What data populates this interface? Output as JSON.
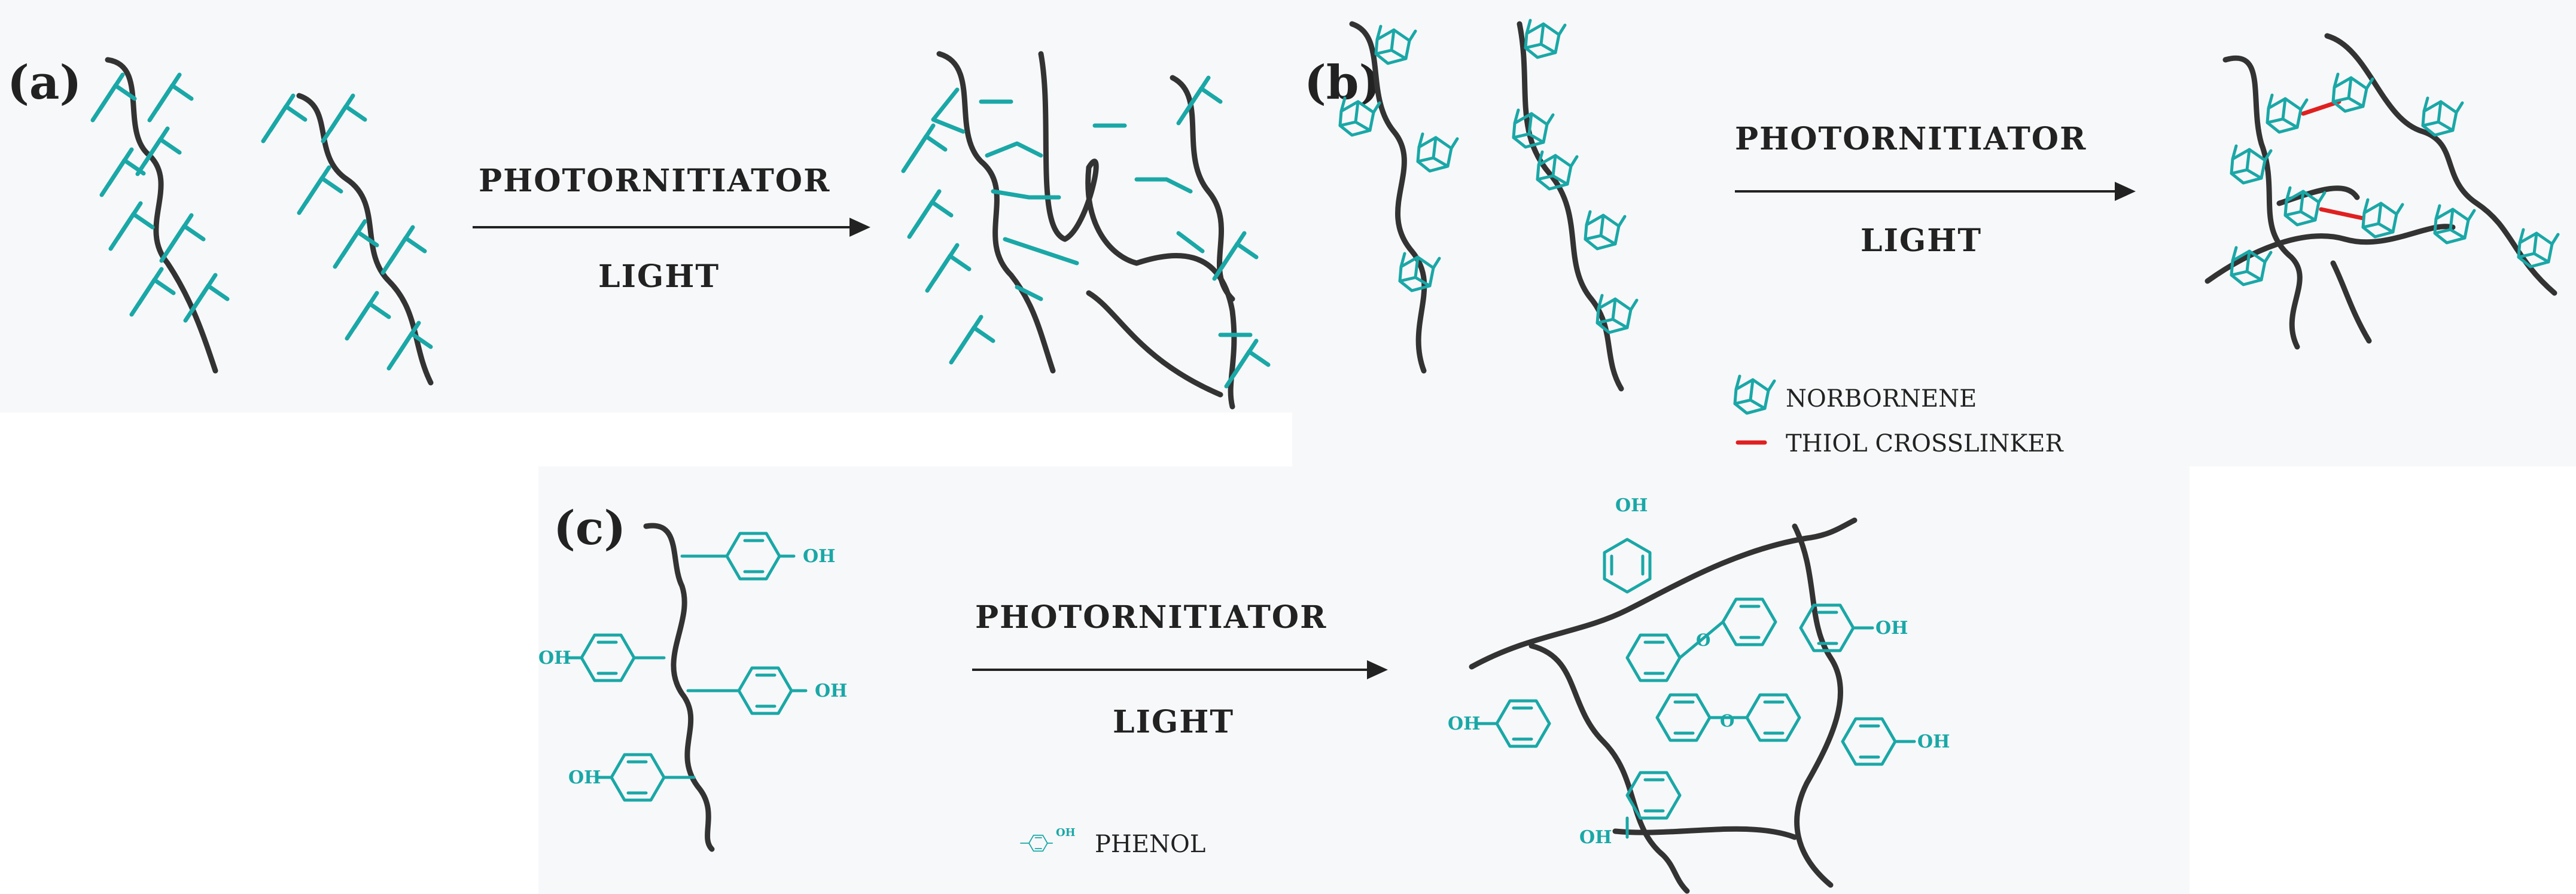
{
  "panels": {
    "a": {
      "label": "(a)",
      "arrow_top": "PHOTORNITIATOR",
      "arrow_bottom": "LIGHT"
    },
    "b": {
      "label": "(b)",
      "arrow_top": "PHOTORNITIATOR",
      "arrow_bottom": "LIGHT"
    },
    "c": {
      "label": "(c)",
      "arrow_top": "PHOTORNITIATOR",
      "arrow_bottom": "LIGHT"
    }
  },
  "legend": {
    "norbornene": "NORBORNENE",
    "thiol": "THIOL CROSSLINKER",
    "phenol": "PHENOL",
    "phenol_icon_oh": "OH"
  },
  "chem": {
    "oh": "OH",
    "o": "O"
  },
  "colors": {
    "group": "#1aa7a7",
    "chain": "#333333",
    "crosslink": "#e02020"
  }
}
